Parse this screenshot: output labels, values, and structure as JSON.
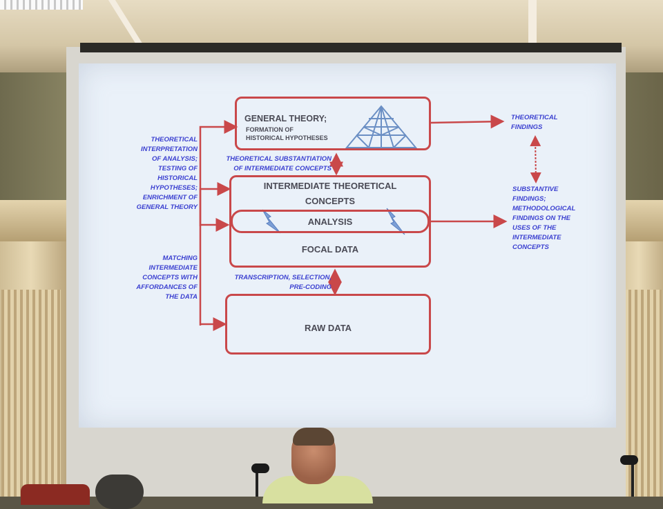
{
  "slide": {
    "boxes": {
      "general_theory_title": "GENERAL THEORY;",
      "general_theory_subtitle_1": "FORMATION OF",
      "general_theory_subtitle_2": "HISTORICAL HYPOTHESES",
      "intermediate_1": "INTERMEDIATE THEORETICAL",
      "intermediate_2": "CONCEPTS",
      "analysis": "ANALYSIS",
      "focal_data": "FOCAL DATA",
      "raw_data": "RAW DATA"
    },
    "left_notes": {
      "theoretical_interpretation": [
        "THEORETICAL",
        "INTERPRETATION",
        "OF ANALYSIS;",
        "TESTING OF",
        "HISTORICAL",
        "HYPOTHESES;",
        "ENRICHMENT OF",
        "GENERAL THEORY"
      ],
      "matching": [
        "MATCHING",
        "INTERMEDIATE",
        "CONCEPTS WITH",
        "AFFORDANCES OF",
        "THE DATA"
      ]
    },
    "middle_notes": {
      "substantiation_1": "THEORETICAL SUBSTANTIATION",
      "substantiation_2": "OF INTERMEDIATE CONCEPTS",
      "transcription_1": "TRANSCRIPTION, SELECTION,",
      "transcription_2": "PRE-CODING"
    },
    "right_notes": {
      "theoretical_findings": [
        "THEORETICAL",
        "FINDINGS"
      ],
      "substantive_findings": [
        "SUBSTANTIVE",
        "FINDINGS;",
        "METHODOLOGICAL",
        "FINDINGS ON THE",
        "USES OF THE",
        "INTERMEDIATE",
        "CONCEPTS"
      ]
    },
    "colors": {
      "box_border": "#c9484a",
      "arrow": "#c9484a",
      "note_text": "#3a3fd0",
      "box_text": "#4a4a55",
      "structure_icon": "#6b8fc4",
      "slide_background": "#eaf1f9"
    },
    "icons": [
      "truss-structure-icon",
      "lightning-bolt-icon",
      "lightning-bolt-icon"
    ]
  }
}
